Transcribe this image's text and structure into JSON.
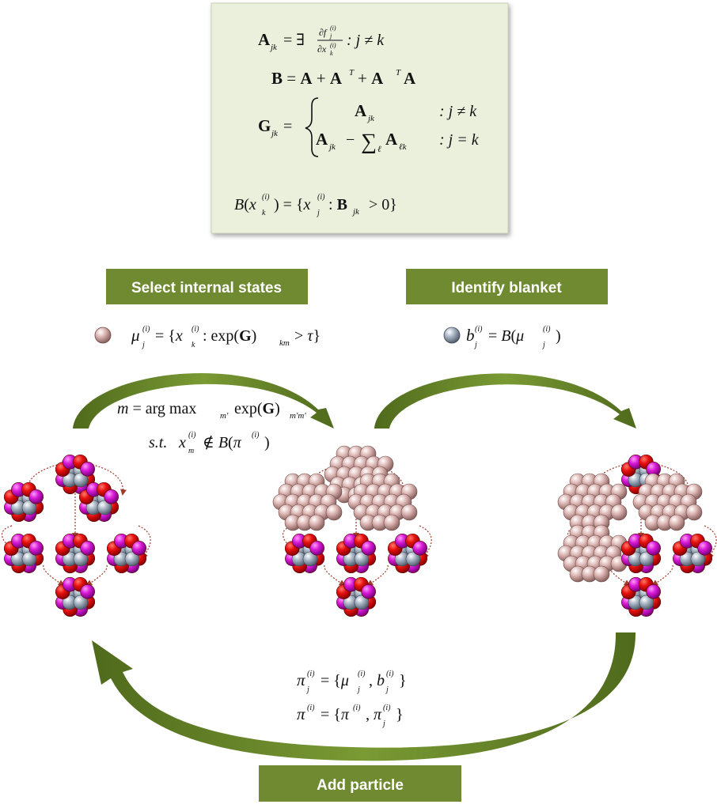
{
  "labels": {
    "select": "Select internal states",
    "identify": "Identify blanket",
    "add": "Add particle"
  },
  "colors": {
    "label_bg": "#6f8a31",
    "panel_bg": "#ebf0dd",
    "arrow": "#6a8a2a",
    "blanket_red": "#dd1111",
    "blanket_magenta": "#d81ad8",
    "internal_state": "#dcb6b3",
    "active_state": "#9aa8b8",
    "dotted_link": "#a03a2a"
  },
  "equations": {
    "eq1": {
      "lhs": "A",
      "sub": "jk",
      "rhs": "= ∃ ∂f(i)j / ∂x(i)k : j ≠ k"
    },
    "eq2": "B = A + Aᵀ + AᵀA",
    "eq3": {
      "lhs": "G",
      "case1": "A_jk  : j ≠ k",
      "case2": "A_jk − ∑ℓ A_ℓk  : j = k"
    },
    "eq4": "B(x(i)k) = {x(i)j : B_jk > 0}",
    "mu": "μ(i)j = {x(i)k : exp(G)km > τ}",
    "b": "b(i)j = B(μ(i)j)",
    "m": "m = arg max_m′ exp(G)m′m′",
    "st": "s.t.  x(i)m ∉ B(π(i))",
    "pi_j": "π(i)j = {μ(i)j , b(i)j}",
    "pi": "π(i) = {π(i), π(i)j}"
  }
}
